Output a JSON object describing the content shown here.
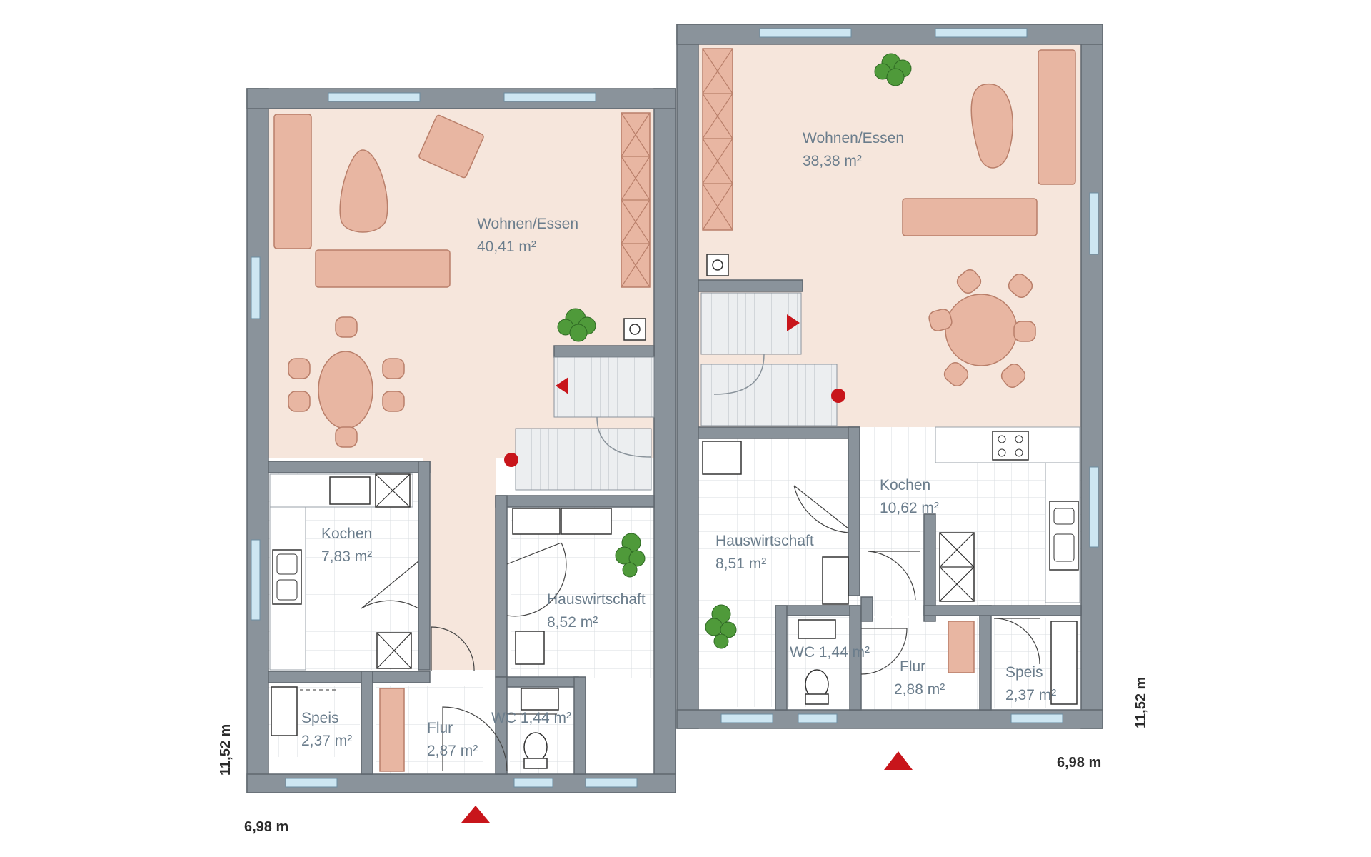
{
  "house_left": {
    "rooms": {
      "wohnen": {
        "name": "Wohnen/Essen",
        "area": "40,41 m²"
      },
      "kochen": {
        "name": "Kochen",
        "area": "7,83 m²"
      },
      "hauswirtschaft": {
        "name": "Hauswirtschaft",
        "area": "8,52 m²"
      },
      "speis": {
        "name": "Speis",
        "area": "2,37 m²"
      },
      "flur": {
        "name": "Flur",
        "area": "2,87 m²"
      },
      "wc": {
        "name": "WC",
        "area": "1,44 m²"
      }
    },
    "dim_width": "6,98 m",
    "dim_height": "11,52 m"
  },
  "house_right": {
    "rooms": {
      "wohnen": {
        "name": "Wohnen/Essen",
        "area": "38,38 m²"
      },
      "kochen": {
        "name": "Kochen",
        "area": "10,62 m²"
      },
      "hauswirtschaft": {
        "name": "Hauswirtschaft",
        "area": "8,51 m²"
      },
      "speis": {
        "name": "Speis",
        "area": "2,37 m²"
      },
      "flur": {
        "name": "Flur",
        "area": "2,88 m²"
      },
      "wc": {
        "name": "WC",
        "area": "1,44 m²"
      }
    },
    "dim_width": "6,98 m",
    "dim_height": "11,52 m"
  },
  "colors": {
    "wall": "#8a939b",
    "wall_edge": "#5f676e",
    "living_floor": "#f6e6dc",
    "tile_floor": "#ffffff",
    "tile_grid": "#d9dde0",
    "furniture": "#e8b6a2",
    "furniture_edge": "#b97f6a",
    "stair": "#e7e9eb",
    "entrance_marker": "#c8151b",
    "window_glass": "#cde6f2"
  }
}
